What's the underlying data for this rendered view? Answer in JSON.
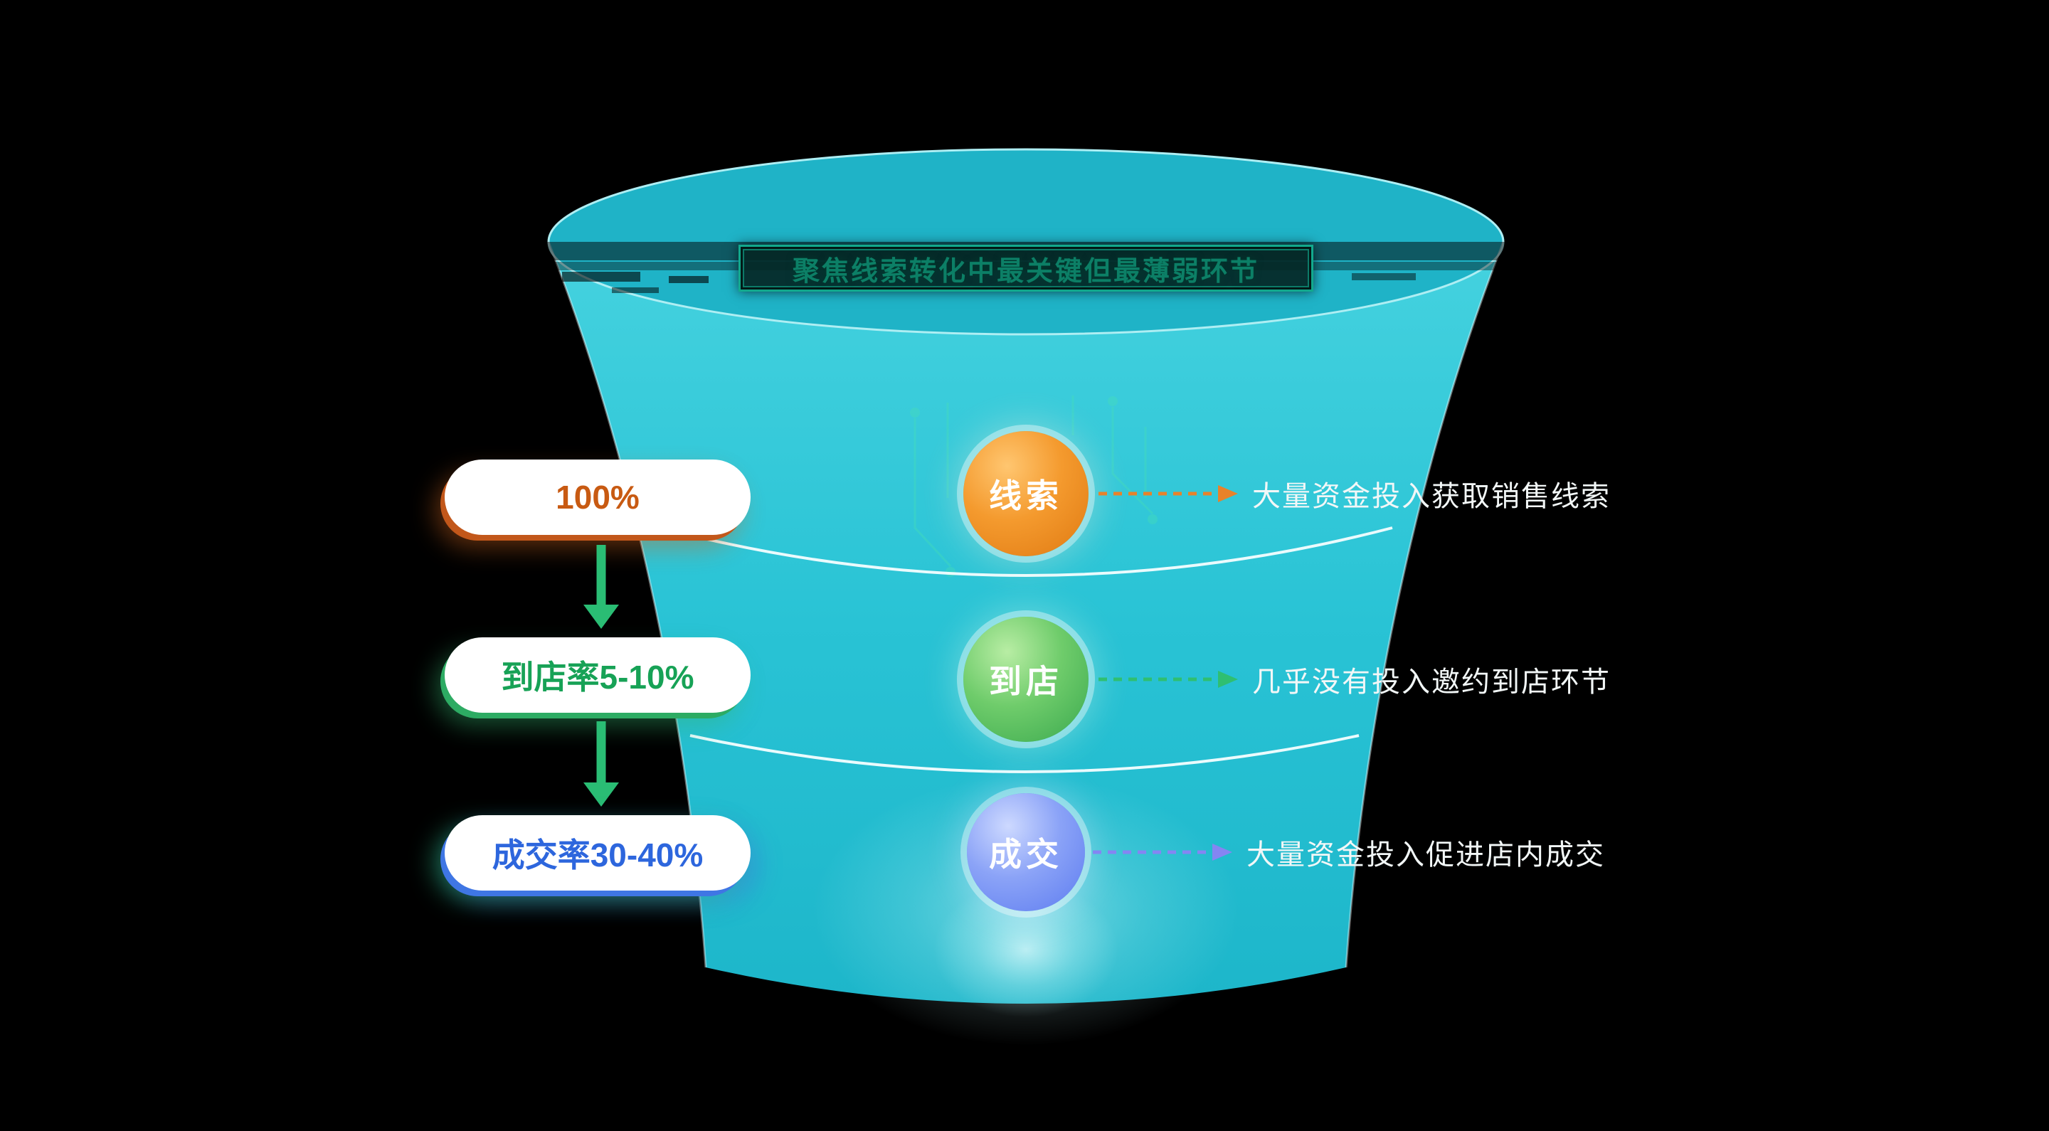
{
  "diagram": {
    "type": "funnel",
    "background_color": "#000000",
    "funnel_color": "#29c3d5",
    "flow_arrow_color": "#2abd74",
    "banner_title": "聚焦线索转化中最关键但最薄弱环节",
    "stages": [
      {
        "name": "线索",
        "rate": "100%",
        "annotation": "大量资金投入获取销售线索",
        "accent_color": "#ef8a1c",
        "rate_text_color": "#c85a12",
        "annotation_arrow_color": "#e8822a"
      },
      {
        "name": "到店",
        "rate": "到店率5-10%",
        "annotation": "几乎没有投入邀约到店环节",
        "accent_color": "#3fb453",
        "rate_text_color": "#17a256",
        "annotation_arrow_color": "#2fbf71"
      },
      {
        "name": "成交",
        "rate": "成交率30-40%",
        "annotation": "大量资金投入促进店内成交",
        "accent_color": "#5d7cf0",
        "rate_text_color": "#2d66dd",
        "annotation_arrow_color": "#8585f2"
      }
    ]
  }
}
